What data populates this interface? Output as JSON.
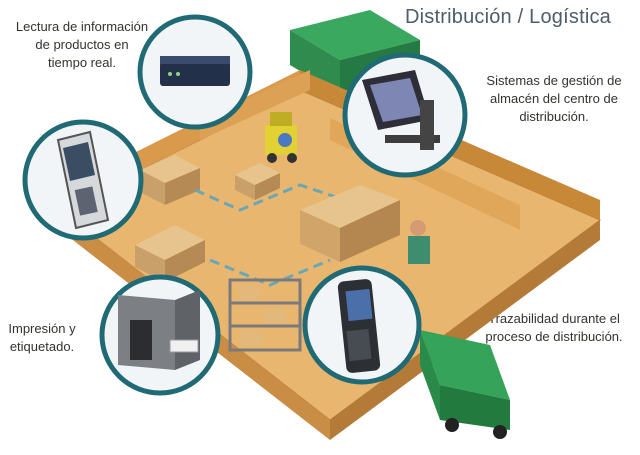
{
  "title": "Distribución / Logística",
  "labels": {
    "realtime_info": "Lectura de información\nde productos en\ntiempo real.",
    "warehouse_mgmt": "Sistemas de gestión de\nalmacén del centro de\ndistribución.",
    "printing": "Impresión y\netiquetado.",
    "traceability": "Trazabilidad durante el\nproceso de distribución."
  },
  "colors": {
    "floor": "#e9b66f",
    "wall": "#d99a4c",
    "truck": "#2f9a52",
    "circle_border": "#1f6a74",
    "title": "#4d5d6c"
  },
  "icons": {
    "reader": "network-reader-icon",
    "terminal": "computer-terminal-icon",
    "handheld": "handheld-scanner-icon",
    "printer": "label-printer-icon",
    "mobile": "mobile-computer-icon",
    "truck": "delivery-truck-icon",
    "forklift": "forklift-icon"
  }
}
